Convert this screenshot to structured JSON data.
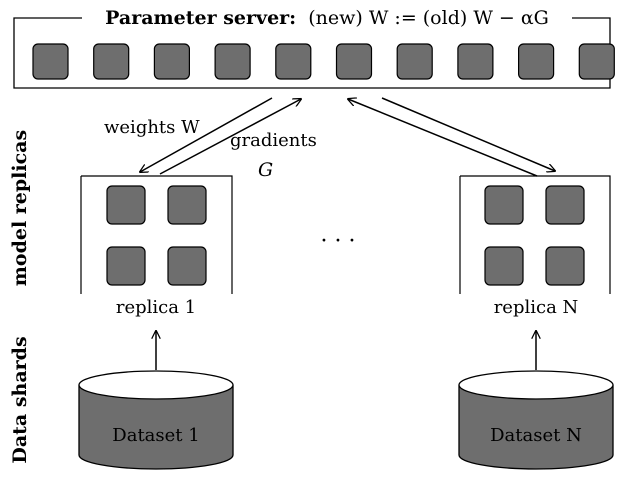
{
  "parameter_server": {
    "title_bold": "Parameter server:",
    "title_rest": "(new) W := (old) W − αG",
    "block_count": 10
  },
  "arrows": {
    "weights_label": "weights W",
    "gradients_label": "gradients",
    "gradients_symbol": "G"
  },
  "side_labels": {
    "model_replicas": "model replicas",
    "data_shards": "Data shards"
  },
  "replicas": [
    {
      "label": "replica 1"
    },
    {
      "label": "replica N"
    }
  ],
  "ellipsis": "· · ·",
  "datasets": [
    {
      "label": "Dataset 1"
    },
    {
      "label": "Dataset N"
    }
  ],
  "colors": {
    "block_fill": "#6e6e6e",
    "cylinder_fill": "#6e6e6e",
    "stroke": "#000000",
    "background": "#ffffff"
  }
}
